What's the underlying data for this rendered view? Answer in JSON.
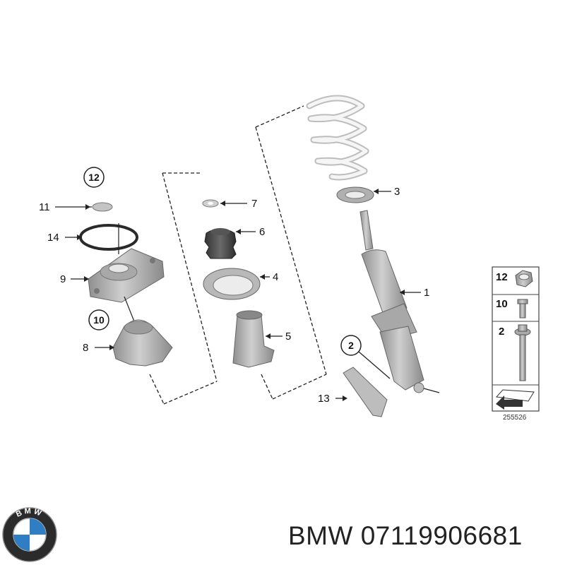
{
  "callouts": {
    "c1": "1",
    "c2": "2",
    "c3": "3",
    "c4": "4",
    "c5": "5",
    "c6": "6",
    "c7": "7",
    "c8": "8",
    "c9": "9",
    "c10": "10",
    "c11": "11",
    "c12": "12",
    "c13": "13",
    "c14": "14"
  },
  "legend": {
    "row1": "12",
    "row2": "10",
    "row3": "2"
  },
  "drawing_number": "255526",
  "logo_text": "BMW",
  "caption": "BMW 07119906681",
  "colors": {
    "part_gray": "#b4b4b4",
    "line": "#222222",
    "spring": "#f2f2f2",
    "bmw_blue": "#2f7dc3"
  }
}
